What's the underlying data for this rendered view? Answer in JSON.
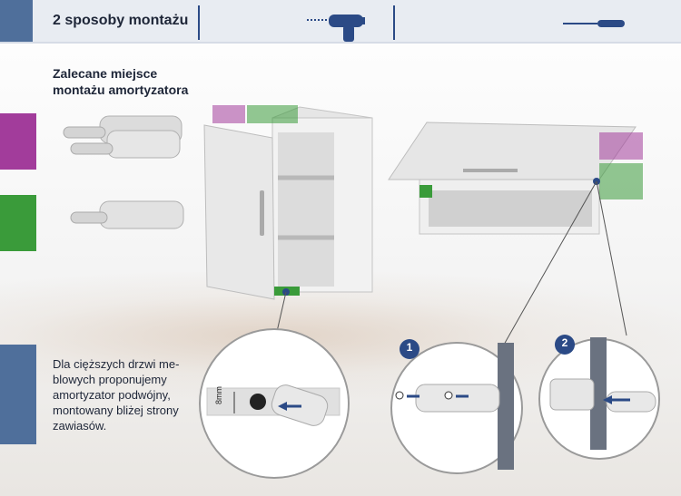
{
  "header": {
    "title": "2 sposoby montażu"
  },
  "section": {
    "title_line1": "Zalecane miejsce",
    "title_line2": "montażu amortyzatora"
  },
  "note": {
    "lines": [
      "Dla cięższych drzwi me-",
      "blowych proponujemy",
      "amortyzator podwójny,",
      "montowany bliżej strony",
      "zawiasów."
    ]
  },
  "detail": {
    "dimension_label": "8mm"
  },
  "steps": {
    "step1": "1",
    "step2": "2"
  },
  "colors": {
    "accent_blue": "#2b4a86",
    "magenta": "#a23c9b",
    "green": "#3a9b3a",
    "panel": "#4f6f9b"
  },
  "icons": [
    "drill-icon",
    "screwdriver-icon",
    "screw-icon",
    "arrow-icon"
  ]
}
